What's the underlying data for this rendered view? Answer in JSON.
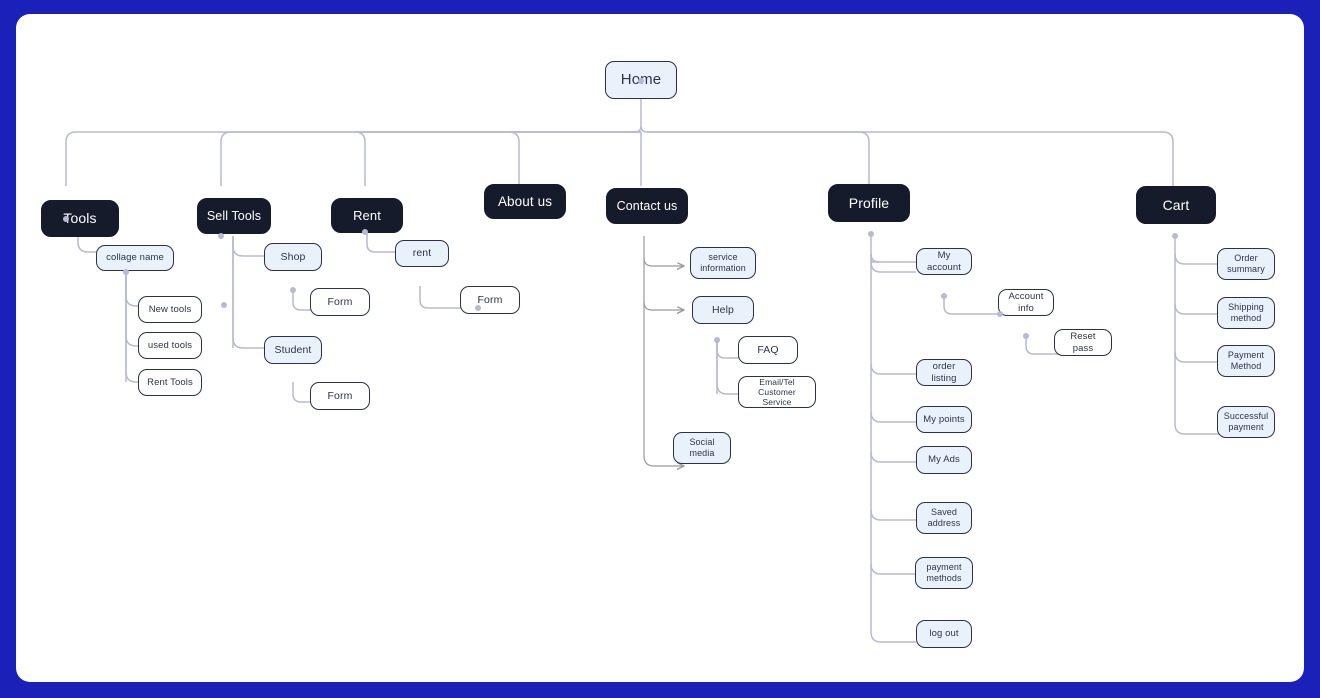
{
  "diagram": {
    "title": "Home",
    "frame_color": "#1a20b8",
    "canvas_color": "#ffffff",
    "dark_node_color": "#151b2b",
    "blue_node_color": "#e9f2fb",
    "white_node_color": "#ffffff",
    "edge_color": "#b7b9d6",
    "arrow_edge_color": "#9a9a9a",
    "border_color": "#2b3247",
    "text_color": "#2e3448",
    "dark_text_color": "#ffffff"
  },
  "nodes": {
    "home": "Home",
    "tools": "Tools",
    "sell_tools": "Sell Tools",
    "rent": "Rent",
    "about_us": "About us",
    "contact_us": "Contact us",
    "profile": "Profile",
    "cart": "Cart",
    "collage_name": "collage name",
    "new_tools": "New tools",
    "used_tools": "used tools",
    "rent_tools": "Rent Tools",
    "shop": "Shop",
    "shop_form": "Form",
    "student": "Student",
    "student_form": "Form",
    "rent_child": "rent",
    "rent_form": "Form",
    "service_information": "service\ninformation",
    "help": "Help",
    "faq": "FAQ",
    "email_tel": "Email/Tel\nCustomer Service",
    "social_media": "Social\nmedia",
    "my_account": "My account",
    "account_info": "Account info",
    "reset_pass": "Reset pass",
    "order_listing": "order listing",
    "my_points": "My points",
    "my_ads": "My Ads",
    "saved_address": "Saved\naddress",
    "payment_methods": "payment\nmethods",
    "log_out": "log out",
    "order_summary": "Order\nsummary",
    "shipping_method": "Shipping\nmethod",
    "payment_method": "Payment\nMethod",
    "successful_payment": "Successful\npayment"
  }
}
